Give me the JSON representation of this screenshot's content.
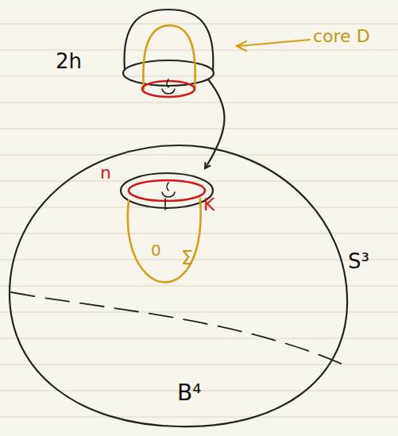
{
  "diagram": {
    "nodes": [
      {
        "text": [
          "2h"
        ]
      },
      {
        "text": [
          "B⁴",
          "S³"
        ]
      }
    ],
    "edges": [
      {
        "from": 0,
        "to": 1,
        "arrow": "to"
      }
    ],
    "labels": [
      "core D",
      "n",
      "K",
      "0",
      "Σ"
    ]
  }
}
